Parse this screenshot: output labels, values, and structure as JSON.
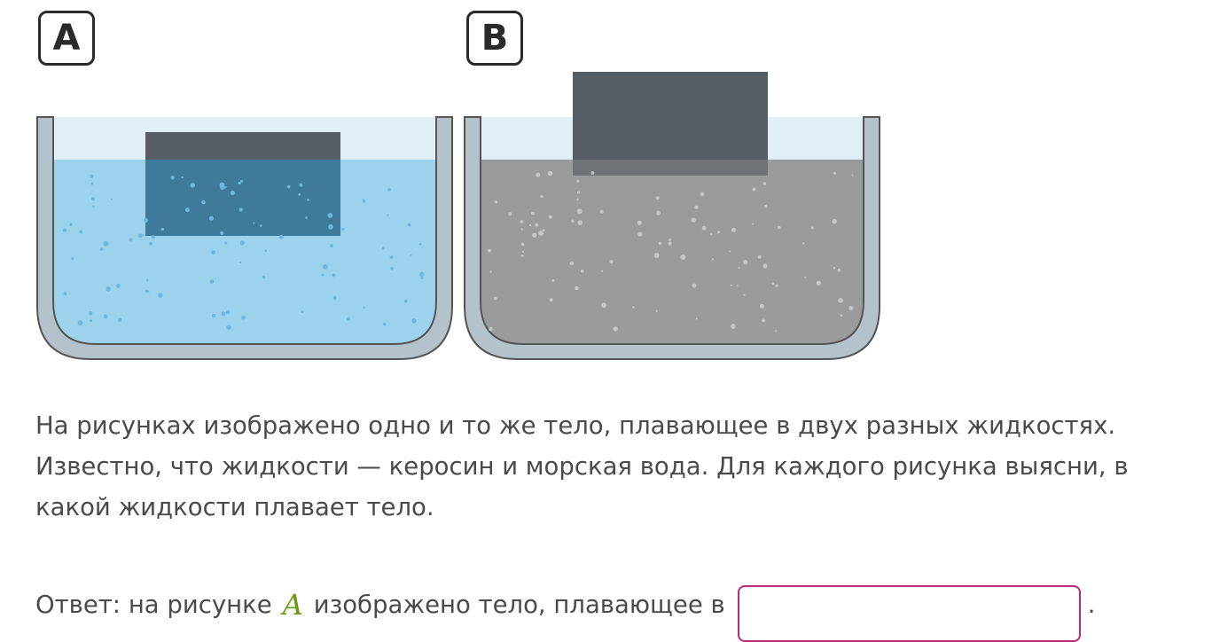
{
  "figure": {
    "label_a": "A",
    "label_b": "B",
    "colors": {
      "water": "#9dd2ec",
      "kerosene": "#999b9d",
      "air": "#e2eef5",
      "block": "#565d64",
      "wall": "#b4c3cb"
    }
  },
  "task_text": "На рисунках изображено одно и то же тело, плавающее в двух разных жидкостях. Известно, что жидкости — керосин и морская вода. Для каждого рисунка выясни, в какой жидкости плавает тело.",
  "answer": {
    "prefix": "Ответ: на рисунке",
    "variable": "A",
    "middle": "изображено тело, плавающее в",
    "value": "",
    "suffix": "."
  }
}
